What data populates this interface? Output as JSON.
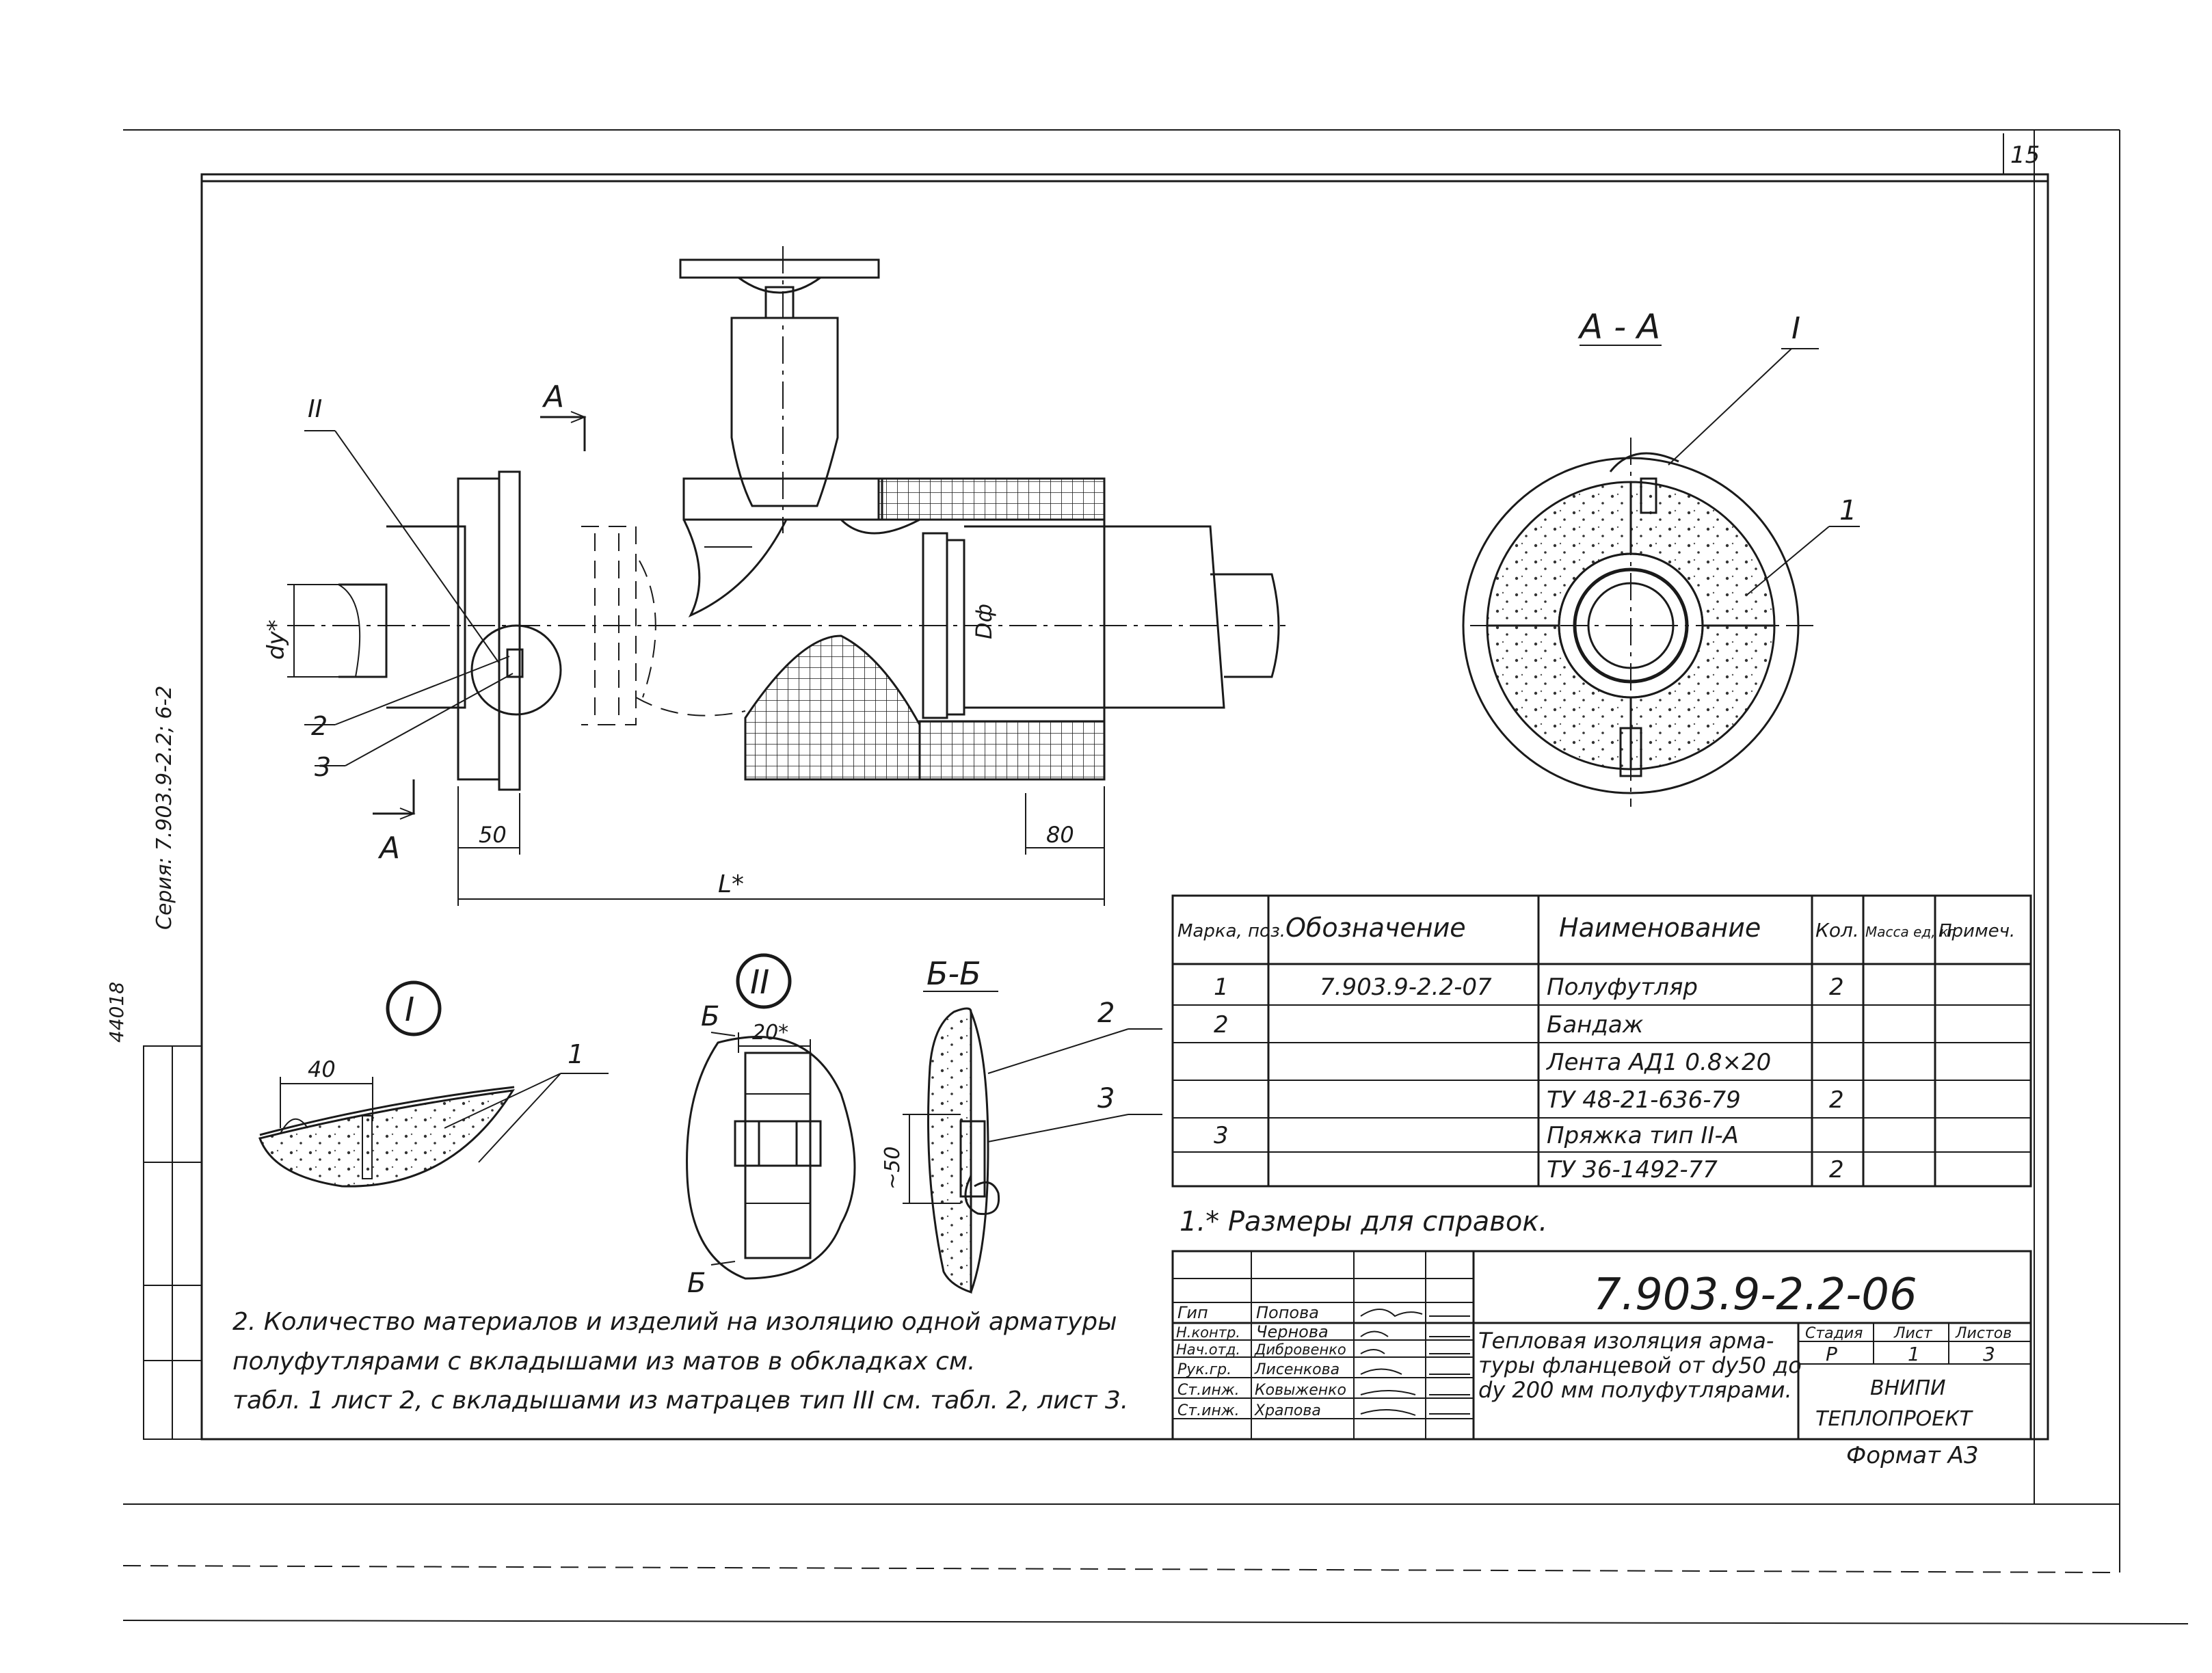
{
  "sheet": {
    "page_number": "15",
    "series_side_label": "Серия: 7.903.9-2.2; 6-2",
    "archive_number": "44018",
    "format_label": "Формат А3"
  },
  "main_view": {
    "section_mark_top": "А",
    "section_mark_bottom": "А",
    "callout_II": "II",
    "label_dy": "dу*",
    "label_Df": "Dф",
    "pos_2": "2",
    "pos_3": "3",
    "dim_50": "50",
    "dim_80": "80",
    "dim_L": "L*"
  },
  "section_AA": {
    "title": "А - А",
    "callout_I": "I",
    "pos_1": "1"
  },
  "detail_I": {
    "title": "I",
    "dim_40": "40",
    "pos_1": "1"
  },
  "detail_II": {
    "title": "II",
    "mark_top": "Б",
    "mark_bottom": "Б",
    "dim_20": "20*"
  },
  "section_BB": {
    "title": "Б-Б",
    "pos_2": "2",
    "pos_3": "3",
    "dim_50": "~50"
  },
  "spec_table": {
    "headers": [
      "Марка, поз.",
      "Обозначение",
      "Наименование",
      "Кол.",
      "Масса ед, кг",
      "Примеч."
    ],
    "rows": [
      [
        "1",
        "7.903.9-2.2-07",
        "Полуфутляр",
        "2",
        "",
        ""
      ],
      [
        "2",
        "",
        "Бандаж",
        "",
        "",
        ""
      ],
      [
        "",
        "",
        "Лента АД1   0.8×20",
        "",
        "",
        ""
      ],
      [
        "",
        "",
        "ТУ 48-21-636-79",
        "2",
        "",
        ""
      ],
      [
        "3",
        "",
        "Пряжка тип II-А",
        "",
        "",
        ""
      ],
      [
        "",
        "",
        "ТУ 36-1492-77",
        "2",
        "",
        ""
      ]
    ]
  },
  "notes": {
    "note1": "1.* Размеры для справок.",
    "note2_line1": "2. Количество материалов и изделий на изоляцию одной арматуры",
    "note2_line2": "полуфутлярами с вкладышами из матов в обкладках см.",
    "note2_line3": "табл. 1 лист 2, с вкладышами из матрацев тип III см. табл. 2, лист 3."
  },
  "title_block": {
    "doc_code": "7.903.9-2.2-06",
    "title_line1": "Тепловая изоляция арма-",
    "title_line2": "туры фланцевой от dу50 до",
    "title_line3": "dу 200 мм полуфутлярами.",
    "stage_header": "Стадия",
    "sheet_header": "Лист",
    "sheets_header": "Листов",
    "stage": "Р",
    "sheet": "1",
    "sheets": "3",
    "org_line1": "ВНИПИ",
    "org_line2": "ТЕПЛОПРОЕКТ",
    "signatures": [
      {
        "role": "Гип",
        "name": "Попова"
      },
      {
        "role": "Н.контр.",
        "name": "Чернова"
      },
      {
        "role": "Нач.отд.",
        "name": "Дибровенко"
      },
      {
        "role": "Рук.гр.",
        "name": "Лисенкова"
      },
      {
        "role": "Ст.инж.",
        "name": "Ковыженко"
      },
      {
        "role": "Ст.инж.",
        "name": "Храпова"
      }
    ]
  }
}
